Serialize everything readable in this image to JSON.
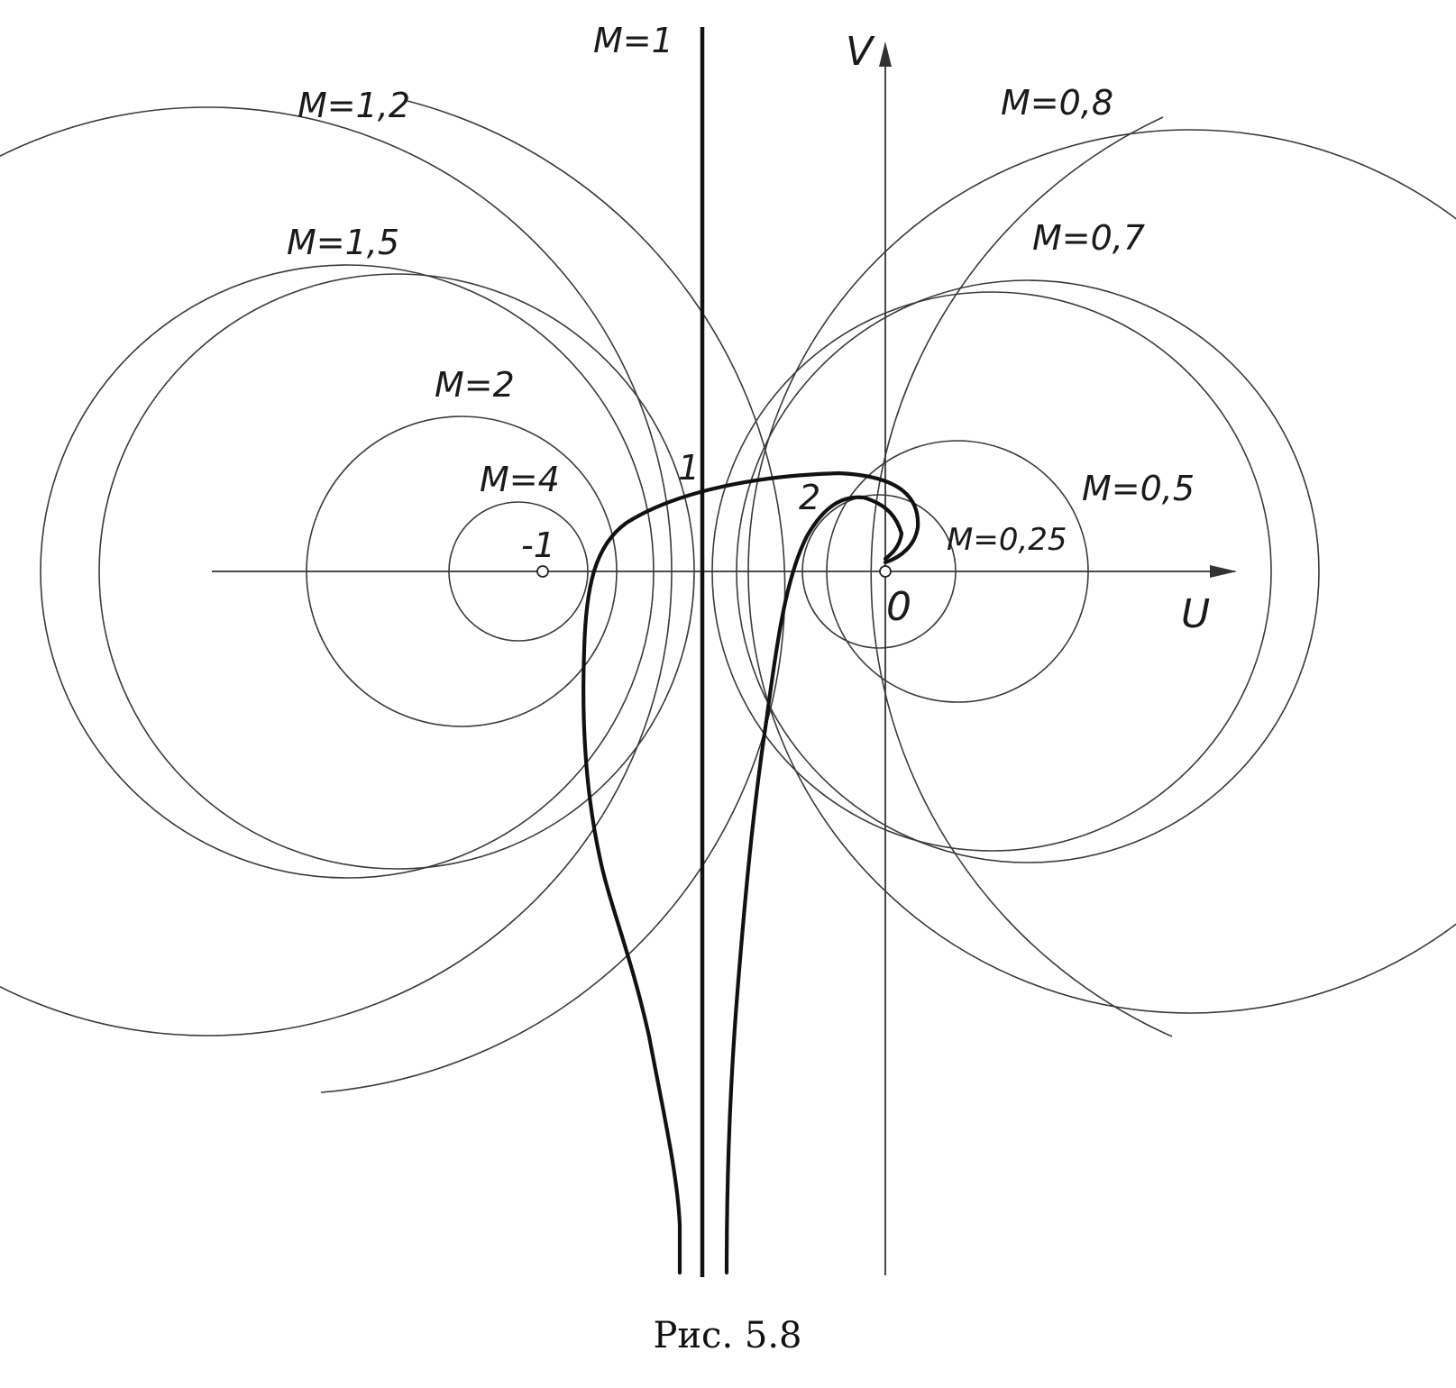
{
  "axes": {
    "u_label": "U",
    "v_label": "V"
  },
  "points": {
    "origin": "0",
    "minus_one": "-1"
  },
  "curve_labels": {
    "branch_1": "1",
    "branch_2": "2"
  },
  "mach_labels": {
    "m1": "M=1",
    "m1_2": "M=1,2",
    "m1_5": "M=1,5",
    "m2": "M=2",
    "m4": "M=4",
    "m0_8": "M=0,8",
    "m0_7": "M=0,7",
    "m0_5": "M=0,5",
    "m0_25": "M=0,25"
  },
  "caption": "Рис. 5.8"
}
